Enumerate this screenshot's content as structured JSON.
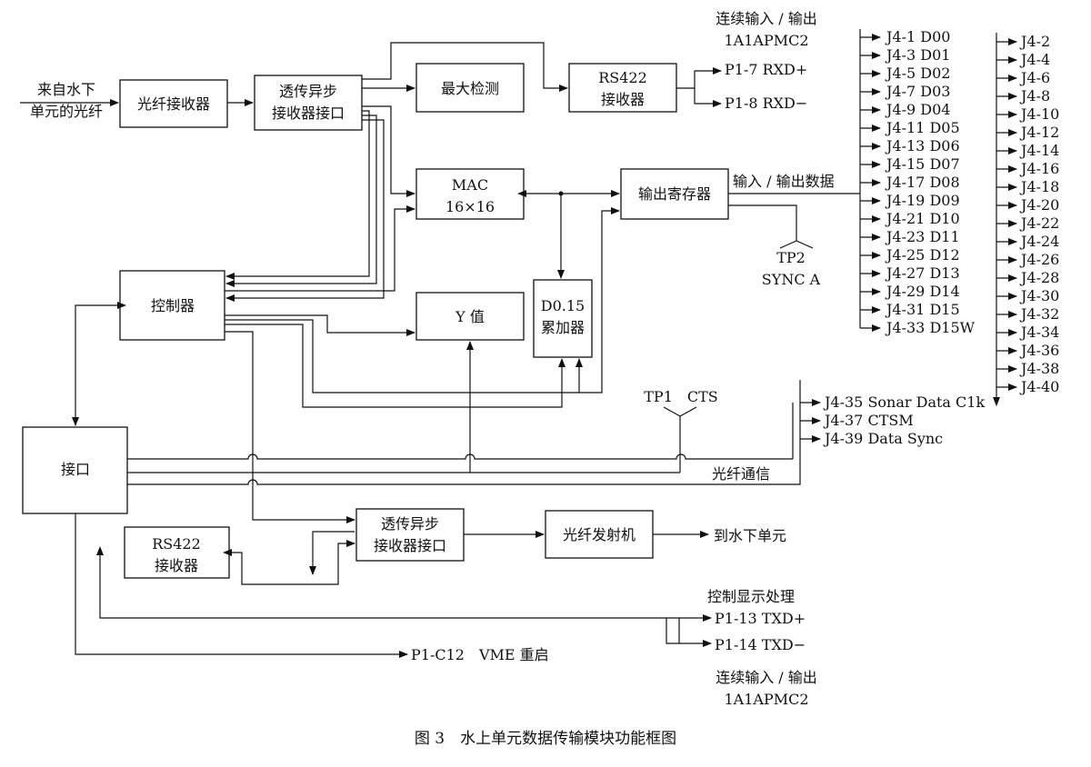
{
  "labels": {
    "input_source": [
      "来自水下",
      "单元的光纤"
    ],
    "continuous_io_top": [
      "连续输入 / 输出",
      "1A1APMC2"
    ],
    "continuous_io_bottom": [
      "连续输入 / 输出",
      "1A1APMC2"
    ],
    "io_data": "输入 / 输出数据",
    "tp2": [
      "TP2",
      "SYNC A"
    ],
    "tp1": "TP1　CTS",
    "fiber_comm": "光纤通信",
    "to_underwater": "到水下单元",
    "control_display": "控制显示处理",
    "vme_restart": "P1-C12　VME 重启",
    "caption": "图 3　水上单元数据传输模块功能框图"
  },
  "blocks": {
    "fiber_receiver": "光纤接收器",
    "transparent_async_rx_top": [
      "透传异步",
      "接收器接口"
    ],
    "max_detect": "最大检测",
    "rs422_receiver_top": [
      "RS422",
      "接收器"
    ],
    "mac": [
      "MAC",
      "16×16"
    ],
    "output_register": "输出寄存器",
    "controller": "控制器",
    "y_value": "Y 值",
    "accumulator": [
      "D0.15",
      "累加器"
    ],
    "interface": "接口",
    "transparent_async_rx_bottom": [
      "透传异步",
      "接收器接口"
    ],
    "fiber_transmitter": "光纤发射机",
    "rs422_receiver_bottom": [
      "RS422",
      "接收器"
    ]
  },
  "pins": {
    "rxd_plus": "P1-7 RXD+",
    "rxd_minus": "P1-8 RXD−",
    "txd_plus": "P1-13 TXD+",
    "txd_minus": "P1-14 TXD−",
    "data_outputs": [
      "J4-1 D00",
      "J4-3 D01",
      "J4-5 D02",
      "J4-7 D03",
      "J4-9 D04",
      "J4-11 D05",
      "J4-13 D06",
      "J4-15 D07",
      "J4-17 D08",
      "J4-19 D09",
      "J4-21 D10",
      "J4-23 D11",
      "J4-25 D12",
      "J4-27 D13",
      "J4-29 D14",
      "J4-31 D15",
      "J4-33 D15W"
    ],
    "even_pins": [
      "J4-2",
      "J4-4",
      "J4-6",
      "J4-8",
      "J4-10",
      "J4-12",
      "J4-14",
      "J4-16",
      "J4-18",
      "J4-20",
      "J4-22",
      "J4-24",
      "J4-26",
      "J4-28",
      "J4-30",
      "J4-32",
      "J4-34",
      "J4-36",
      "J4-38",
      "J4-40"
    ],
    "sonar_outputs": [
      "J4-35 Sonar Data C1k",
      "J4-37 CTSM",
      "J4-39 Data Sync"
    ]
  }
}
